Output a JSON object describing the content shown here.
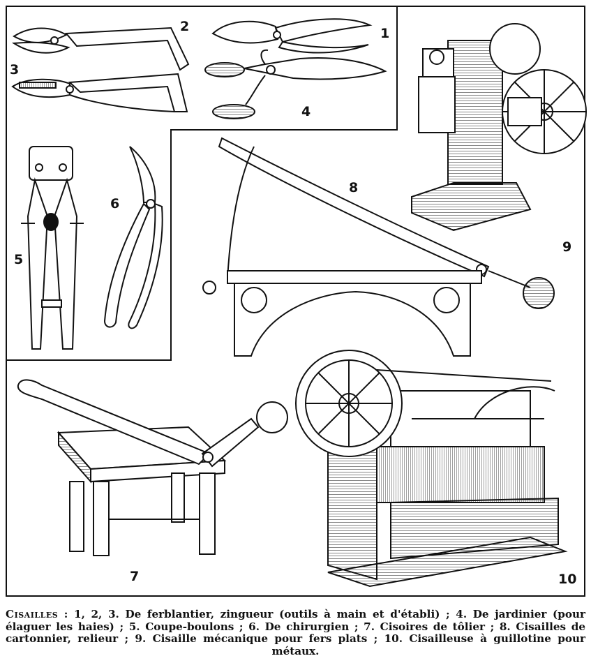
{
  "figure_numbers": [
    "1",
    "2",
    "3",
    "4",
    "5",
    "6",
    "7",
    "8",
    "9",
    "10"
  ],
  "caption": {
    "title": "Cisailles",
    "text": " : 1, 2, 3. De ferblantier, zingueur (outils à main et d'établi) ; 4. De jardinier (pour élaguer les haies) ; 5. Coupe-boulons ; 6. De chirurgien ; 7. Cisoires de tôlier ; 8. Cisailles de cartonnier, relieur ; 9. Cisaille mécanique pour fers plats ; 10. Cisailleuse à guillotine pour métaux."
  },
  "ink_color": "#111111",
  "paper_color": "#ffffff"
}
